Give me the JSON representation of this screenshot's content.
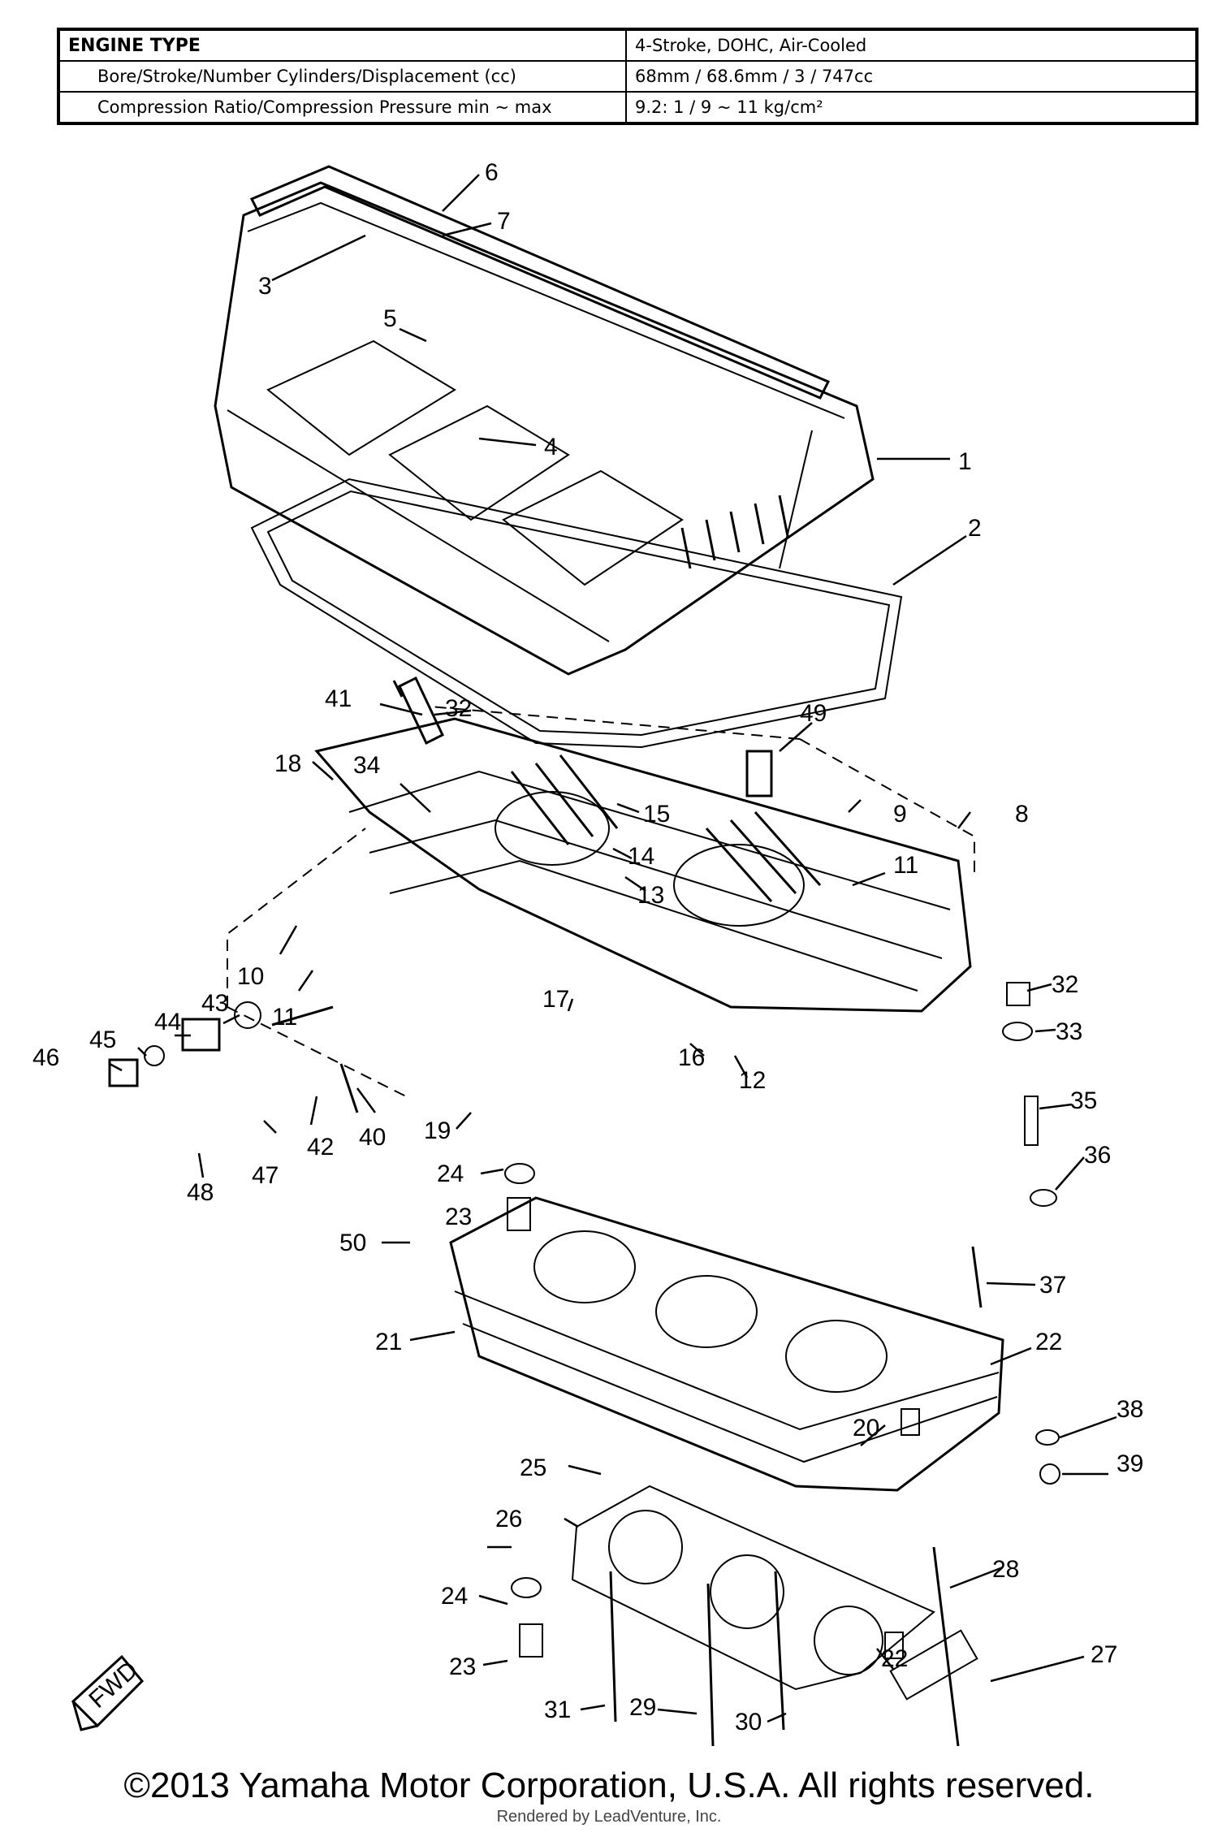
{
  "spec_table": {
    "rows": [
      {
        "label": "ENGINE TYPE",
        "value": "4-Stroke, DOHC, Air-Cooled"
      },
      {
        "label": "Bore/Stroke/Number Cylinders/Displacement (cc)",
        "value": "68mm / 68.6mm / 3 / 747cc"
      },
      {
        "label": "Compression Ratio/Compression Pressure min ~ max",
        "value": "9.2: 1 / 9 ~ 11 kg/cm²"
      }
    ]
  },
  "diagram": {
    "fwd_label": "FWD",
    "callouts": [
      "1",
      "2",
      "3",
      "4",
      "5",
      "6",
      "7",
      "8",
      "9",
      "10",
      "11",
      "11",
      "12",
      "13",
      "14",
      "15",
      "16",
      "17",
      "18",
      "19",
      "20",
      "21",
      "22",
      "22",
      "23",
      "23",
      "24",
      "24",
      "25",
      "26",
      "27",
      "28",
      "29",
      "30",
      "31",
      "32",
      "32",
      "33",
      "34",
      "35",
      "36",
      "37",
      "38",
      "39",
      "40",
      "41",
      "42",
      "43",
      "44",
      "45",
      "46",
      "47",
      "48",
      "49",
      "50"
    ]
  },
  "footer": {
    "copyright": "©2013 Yamaha Motor Corporation, U.S.A. All rights reserved.",
    "render_note": "Rendered by LeadVenture, Inc."
  }
}
